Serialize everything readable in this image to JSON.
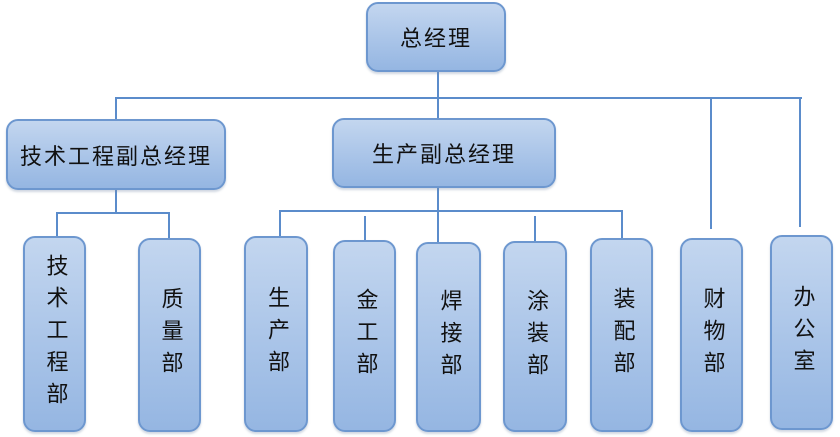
{
  "chart": {
    "root": {
      "label": "总经理"
    },
    "deputies": [
      {
        "label": "技术工程副总经理",
        "departments": [
          "技术工程部",
          "质量部"
        ]
      },
      {
        "label": "生产副总经理",
        "departments": [
          "生产部",
          "金工部",
          "焊接部",
          "涂装部",
          "装配部"
        ]
      }
    ],
    "direct_departments": [
      "财物部",
      "办公室"
    ]
  },
  "colors": {
    "box_fill_top": "#c3d6ef",
    "box_fill_bottom": "#95b6e2",
    "box_border": "#6d97cf",
    "connector": "#5b8ccb",
    "text": "#111111"
  }
}
